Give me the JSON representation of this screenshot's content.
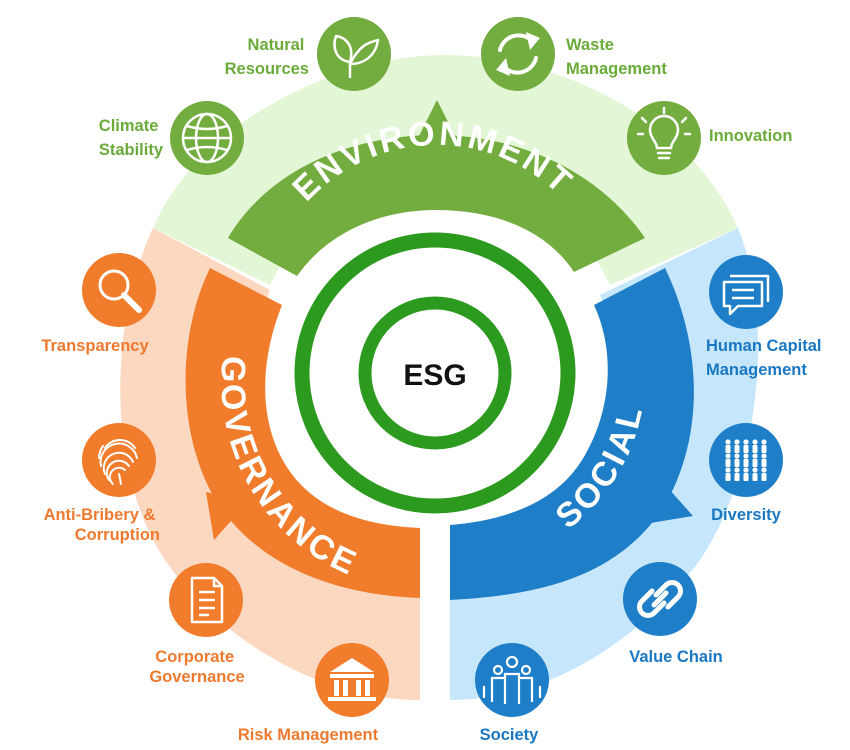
{
  "center": {
    "label": "ESG"
  },
  "colors": {
    "environment": "#73AC3F",
    "environment_light": "#E3F6D5",
    "environment_text": "#6AAB3A",
    "social": "#1E7EC8",
    "social_light": "#C6E6FB",
    "social_text": "#1A78C2",
    "governance": "#F07C2C",
    "governance_light": "#FCD8C0",
    "governance_text": "#EE7A30",
    "ring": "#2C9A1E"
  },
  "sectors": {
    "environment": {
      "title": "ENVIRONMENT",
      "items": [
        {
          "icon": "globe-icon",
          "lines": [
            "Climate",
            "Stability"
          ]
        },
        {
          "icon": "leaf-icon",
          "lines": [
            "Natural",
            "Resources"
          ]
        },
        {
          "icon": "recycle-icon",
          "lines": [
            "Waste",
            "Management"
          ]
        },
        {
          "icon": "lightbulb-icon",
          "lines": [
            "Innovation"
          ]
        }
      ]
    },
    "social": {
      "title": "SOCIAL",
      "items": [
        {
          "icon": "chat-icon",
          "lines": [
            "Human Capital",
            "Management"
          ]
        },
        {
          "icon": "people-grid-icon",
          "lines": [
            "Diversity"
          ]
        },
        {
          "icon": "chain-link-icon",
          "lines": [
            "Value Chain"
          ]
        },
        {
          "icon": "community-icon",
          "lines": [
            "Society"
          ]
        }
      ]
    },
    "governance": {
      "title": "GOVERNANCE",
      "items": [
        {
          "icon": "magnifier-icon",
          "lines": [
            "Transparency"
          ]
        },
        {
          "icon": "fingerprint-icon",
          "lines": [
            "Anti-Bribery &",
            "Corruption"
          ]
        },
        {
          "icon": "document-icon",
          "lines": [
            "Corporate",
            "Governance"
          ]
        },
        {
          "icon": "courthouse-icon",
          "lines": [
            "Risk Management"
          ]
        }
      ]
    }
  }
}
